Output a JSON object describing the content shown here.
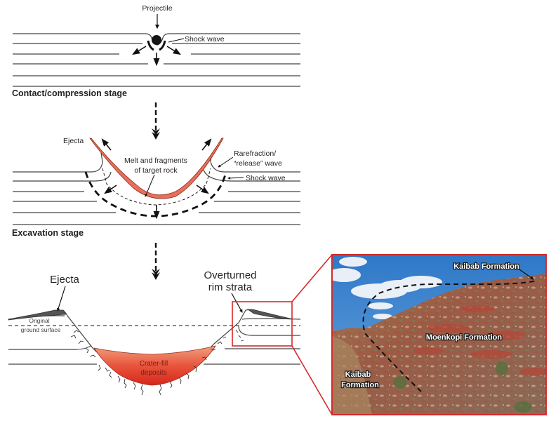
{
  "title": "Impact crater formation stages",
  "stages": {
    "contact": {
      "label": "Contact/compression stage",
      "labels": {
        "projectile": "Projectile",
        "shock_wave": "Shock wave"
      }
    },
    "excavation": {
      "label": "Excavation stage",
      "labels": {
        "ejecta": "Ejecta",
        "melt_line1": "Melt and fragments",
        "melt_line2": "of target rock",
        "rarefaction_line1": "Rarefraction/",
        "rarefaction_line2": "“release” wave",
        "shock_wave": "Shock wave"
      }
    },
    "modification": {
      "labels": {
        "ejecta": "Ejecta",
        "overturned_line1": "Overturned",
        "overturned_line2": "rim strata",
        "ground_line1": "Original",
        "ground_line2": "ground surface",
        "crater_fill_line1": "Crater-fill",
        "crater_fill_line2": "deposits"
      }
    }
  },
  "photo": {
    "labels": {
      "kaibab_top": "Kaibab Formation",
      "moenkopi": "Moenkopi Formation",
      "kaibab_bottom_line1": "Kaibab",
      "kaibab_bottom_line2": "Formation"
    }
  },
  "colors": {
    "melt": "#e8705a",
    "crater_fill": "#e0402c",
    "frame": "#d42a2a",
    "sky": "#3f86d0",
    "rock": "#9a5a44"
  }
}
